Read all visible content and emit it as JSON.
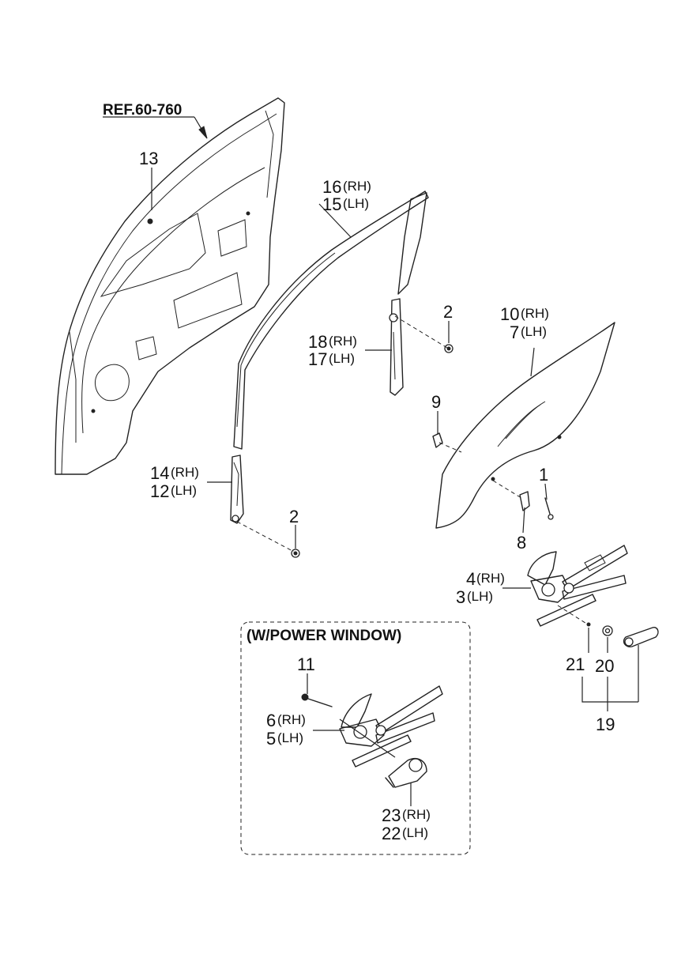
{
  "reference": {
    "text": "REF.60-760"
  },
  "power_window_box": {
    "title": "(W/POWER WINDOW)"
  },
  "callouts": {
    "p1": "1",
    "p2a": "2",
    "p2b": "2",
    "p4": "4",
    "p3": "3",
    "p6": "6",
    "p5": "5",
    "p8": "8",
    "p9": "9",
    "p10": "10",
    "p7": "7",
    "p11": "11",
    "p13": "13",
    "p14": "14",
    "p12": "12",
    "p16": "16",
    "p15": "15",
    "p18": "18",
    "p17": "17",
    "p19": "19",
    "p20": "20",
    "p21": "21",
    "p23": "23",
    "p22": "22"
  },
  "suffix": {
    "rh": "(RH)",
    "lh": "(LH)"
  }
}
